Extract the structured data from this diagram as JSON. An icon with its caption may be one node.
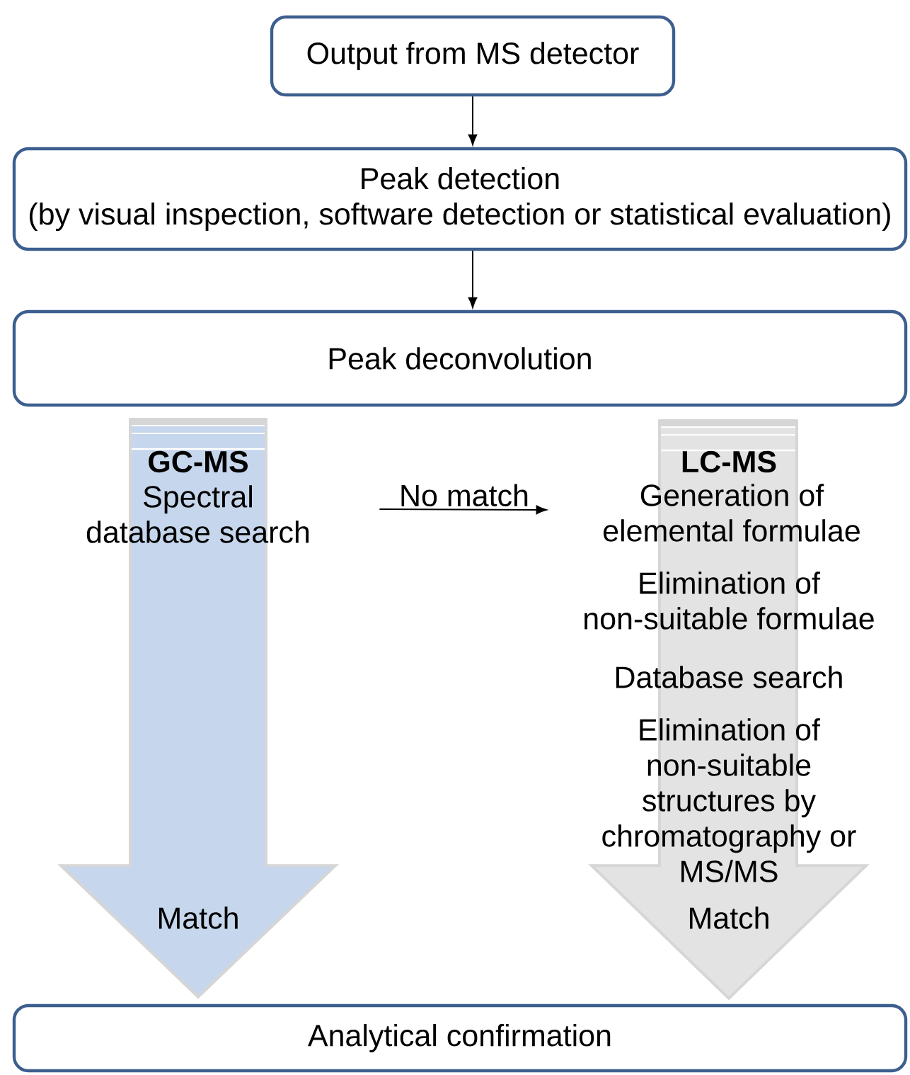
{
  "diagram": {
    "nodes": [
      {
        "text": [
          "Output from MS detector"
        ]
      },
      {
        "text": [
          "Peak detection",
          "(by visual inspection, software detection or statistical evaluation)"
        ]
      },
      {
        "text": [
          "Peak deconvolution"
        ]
      },
      {
        "text": [
          "GC-MS",
          "Spectral database search",
          "Match"
        ]
      },
      {
        "text": [
          "LC-MS",
          "Generation of elemental formulae",
          "Elimination of non-suitable formulae",
          "Database search",
          "Elimination of non-suitable structures by chromatography or MS/MS",
          "Match"
        ]
      },
      {
        "text": [
          "Analytical confirmation"
        ]
      }
    ],
    "edges": [
      {
        "from": 0,
        "to": 1,
        "arrow": "to"
      },
      {
        "from": 1,
        "to": 2,
        "arrow": "to"
      },
      {
        "from": 3,
        "to": 4,
        "arrow": "to",
        "label": "No match"
      },
      {
        "from": 2,
        "to": 5,
        "arrow": "to",
        "style": "thick",
        "color": "#c6d6ec"
      },
      {
        "from": 2,
        "to": 5,
        "arrow": "to",
        "style": "thick",
        "color": "#e2e3e2"
      }
    ]
  }
}
